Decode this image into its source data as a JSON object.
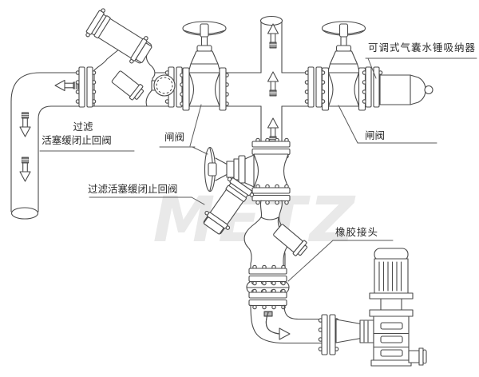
{
  "watermark": "METZ",
  "colors": {
    "line": "#4a4a4a",
    "label_text": "#2b2b2b",
    "watermark": "#e9e9e9",
    "background": "#ffffff"
  },
  "labels": {
    "filter_check_valve_top_line1": "过滤",
    "filter_check_valve_top_line2": "活塞缓闭止回阀",
    "gate_valve_left": "闸阀",
    "filter_check_valve_mid": "过滤活塞缓闭止回阀",
    "water_hammer_absorber": "可调式气囊水锤吸纳器",
    "gate_valve_right": "闸阀",
    "rubber_joint": "橡胶接头"
  }
}
